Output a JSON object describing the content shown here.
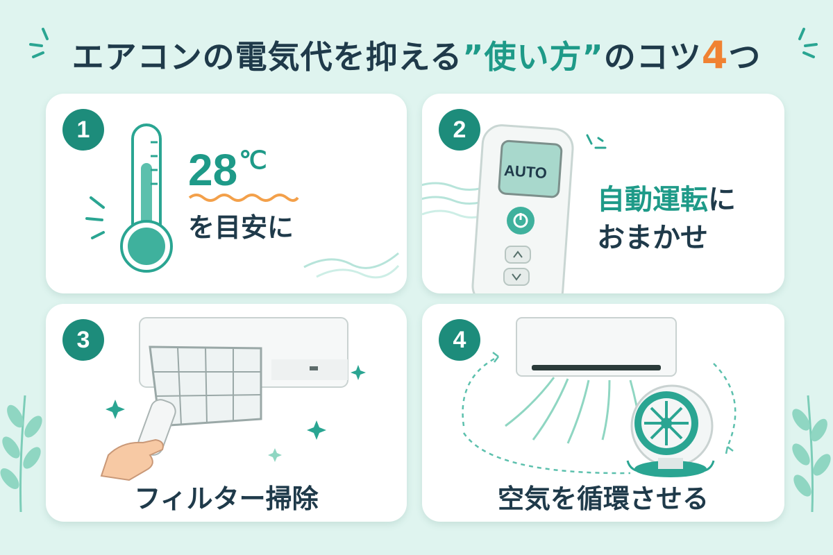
{
  "header": {
    "title_prefix": "エアコンの電気代を抑える",
    "title_accent": "”使い方”",
    "title_mid": "のコツ",
    "title_number": "4",
    "title_suffix": "つ"
  },
  "colors": {
    "background": "#dff4ef",
    "accent": "#1e9a88",
    "badge": "#1d8c7b",
    "number_highlight": "#f08232",
    "text": "#1f3a4a"
  },
  "cards": [
    {
      "number": "1",
      "value": "28",
      "unit": "℃",
      "text": "を目安に",
      "icon": "thermometer-icon"
    },
    {
      "number": "2",
      "screen_label": "AUTO",
      "highlight": "自動運転",
      "highlight_suffix": "に",
      "line2": "おまかせ",
      "icon": "remote-control-icon"
    },
    {
      "number": "3",
      "caption": "フィルター掃除",
      "icon": "filter-cleaning-icon"
    },
    {
      "number": "4",
      "caption": "空気を循環させる",
      "icon": "circulator-fan-icon"
    }
  ]
}
